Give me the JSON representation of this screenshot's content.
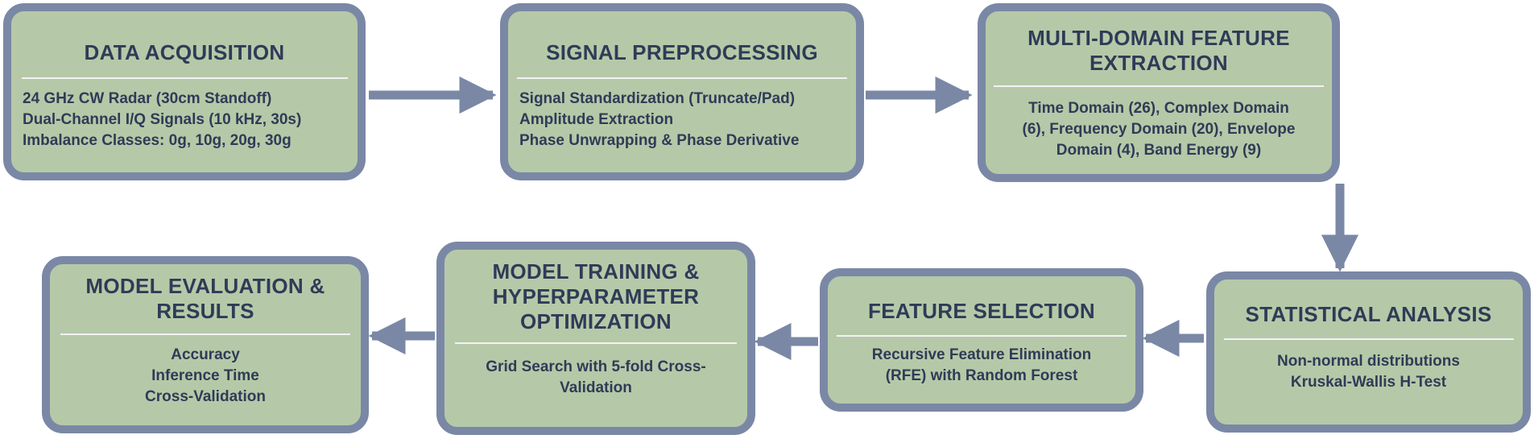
{
  "steps": {
    "data_acquisition": {
      "title": "DATA ACQUISITION",
      "lines": [
        "24 GHz CW Radar (30cm Standoff)",
        "Dual-Channel I/Q Signals (10 kHz, 30s)",
        "Imbalance Classes: 0g, 10g, 20g, 30g"
      ]
    },
    "signal_preprocessing": {
      "title": "SIGNAL PREPROCESSING",
      "lines": [
        "Signal Standardization (Truncate/Pad)",
        "Amplitude Extraction",
        "Phase Unwrapping & Phase Derivative"
      ]
    },
    "feature_extraction": {
      "title_lines": [
        "MULTI-DOMAIN FEATURE",
        "EXTRACTION"
      ],
      "lines": [
        "Time Domain (26), Complex Domain",
        "(6), Frequency Domain (20), Envelope",
        "Domain (4), Band Energy (9)"
      ]
    },
    "statistical_analysis": {
      "title": "STATISTICAL ANALYSIS",
      "lines": [
        "Non-normal distributions",
        "Kruskal-Wallis H-Test"
      ]
    },
    "feature_selection": {
      "title": "FEATURE SELECTION",
      "lines": [
        "Recursive Feature Elimination",
        "(RFE) with Random Forest"
      ]
    },
    "model_training": {
      "title_lines": [
        "MODEL TRAINING &",
        "HYPERPARAMETER",
        "OPTIMIZATION"
      ],
      "lines": [
        "Grid Search with 5-fold Cross-",
        "Validation"
      ]
    },
    "model_evaluation": {
      "title_lines": [
        "MODEL EVALUATION &",
        "RESULTS"
      ],
      "lines": [
        "Accuracy",
        "Inference Time",
        "Cross-Validation"
      ]
    }
  },
  "colors": {
    "box_fill": "#b5c9a8",
    "box_border": "#7a88a6",
    "arrow": "#7a88a6",
    "text": "#2f3b57"
  }
}
